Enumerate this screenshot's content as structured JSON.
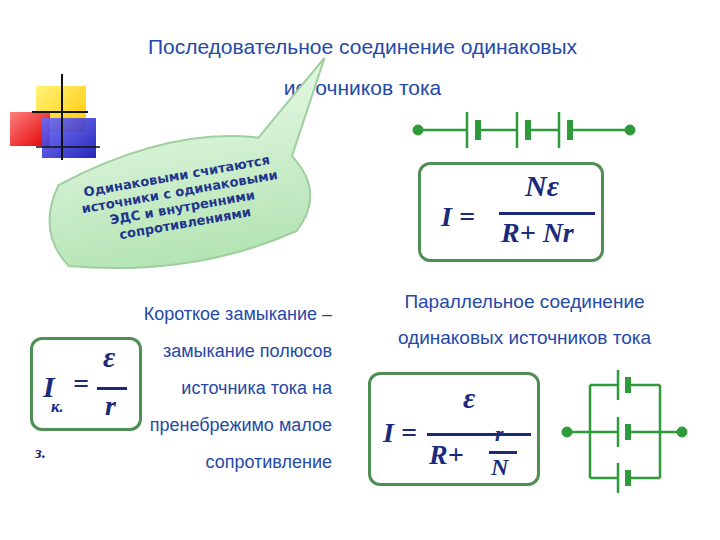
{
  "diagram": {
    "title": "Последовательное соединение одинаковых источников тока",
    "nodes": [
      {
        "text": [
          "Одинаковыми считаются источники с одинаковыми ЭДС и внутренними сопротивлениями"
        ]
      },
      {
        "text": [
          "I =",
          "Nε",
          "R+ Nr"
        ]
      },
      {
        "text": [
          "I",
          "к.",
          "=",
          "ε",
          "r",
          "з."
        ]
      },
      {
        "text": [
          "I =",
          "ε",
          "R+",
          "r",
          "N"
        ]
      }
    ],
    "labels": [
      "Короткое замыкание – замыкание полюсов источника тока на пренебрежимо малое сопротивление",
      "Параллельное соединение одинаковых источников тока"
    ]
  }
}
